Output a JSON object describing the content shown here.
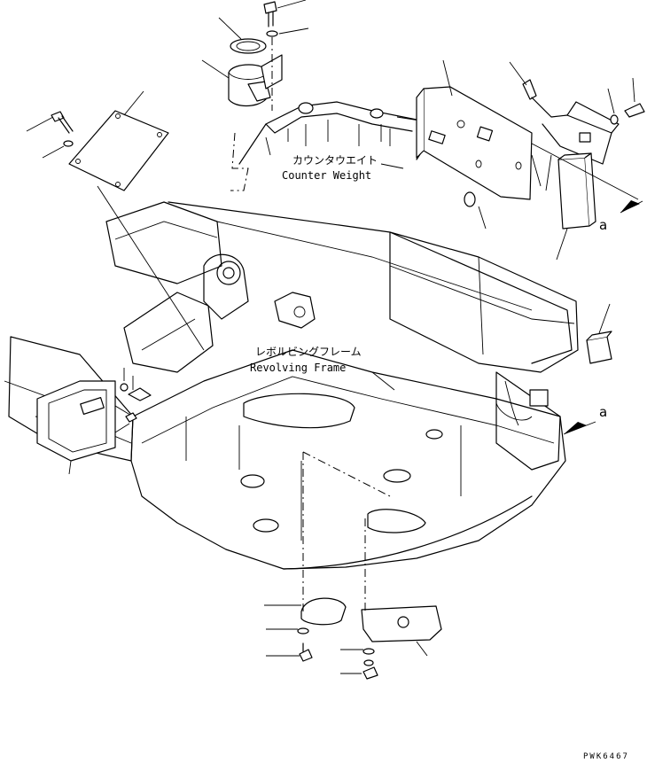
{
  "labels": {
    "counter_weight_jp": "カウンタウエイト",
    "counter_weight_en": "Counter Weight",
    "revolving_frame_jp": "レボルビングフレーム",
    "revolving_frame_en": "Revolving Frame",
    "view_a_top": "a",
    "view_a_side": "a"
  },
  "drawing_code": "PWK6467",
  "colors": {
    "line": "#000000",
    "background": "#ffffff"
  }
}
